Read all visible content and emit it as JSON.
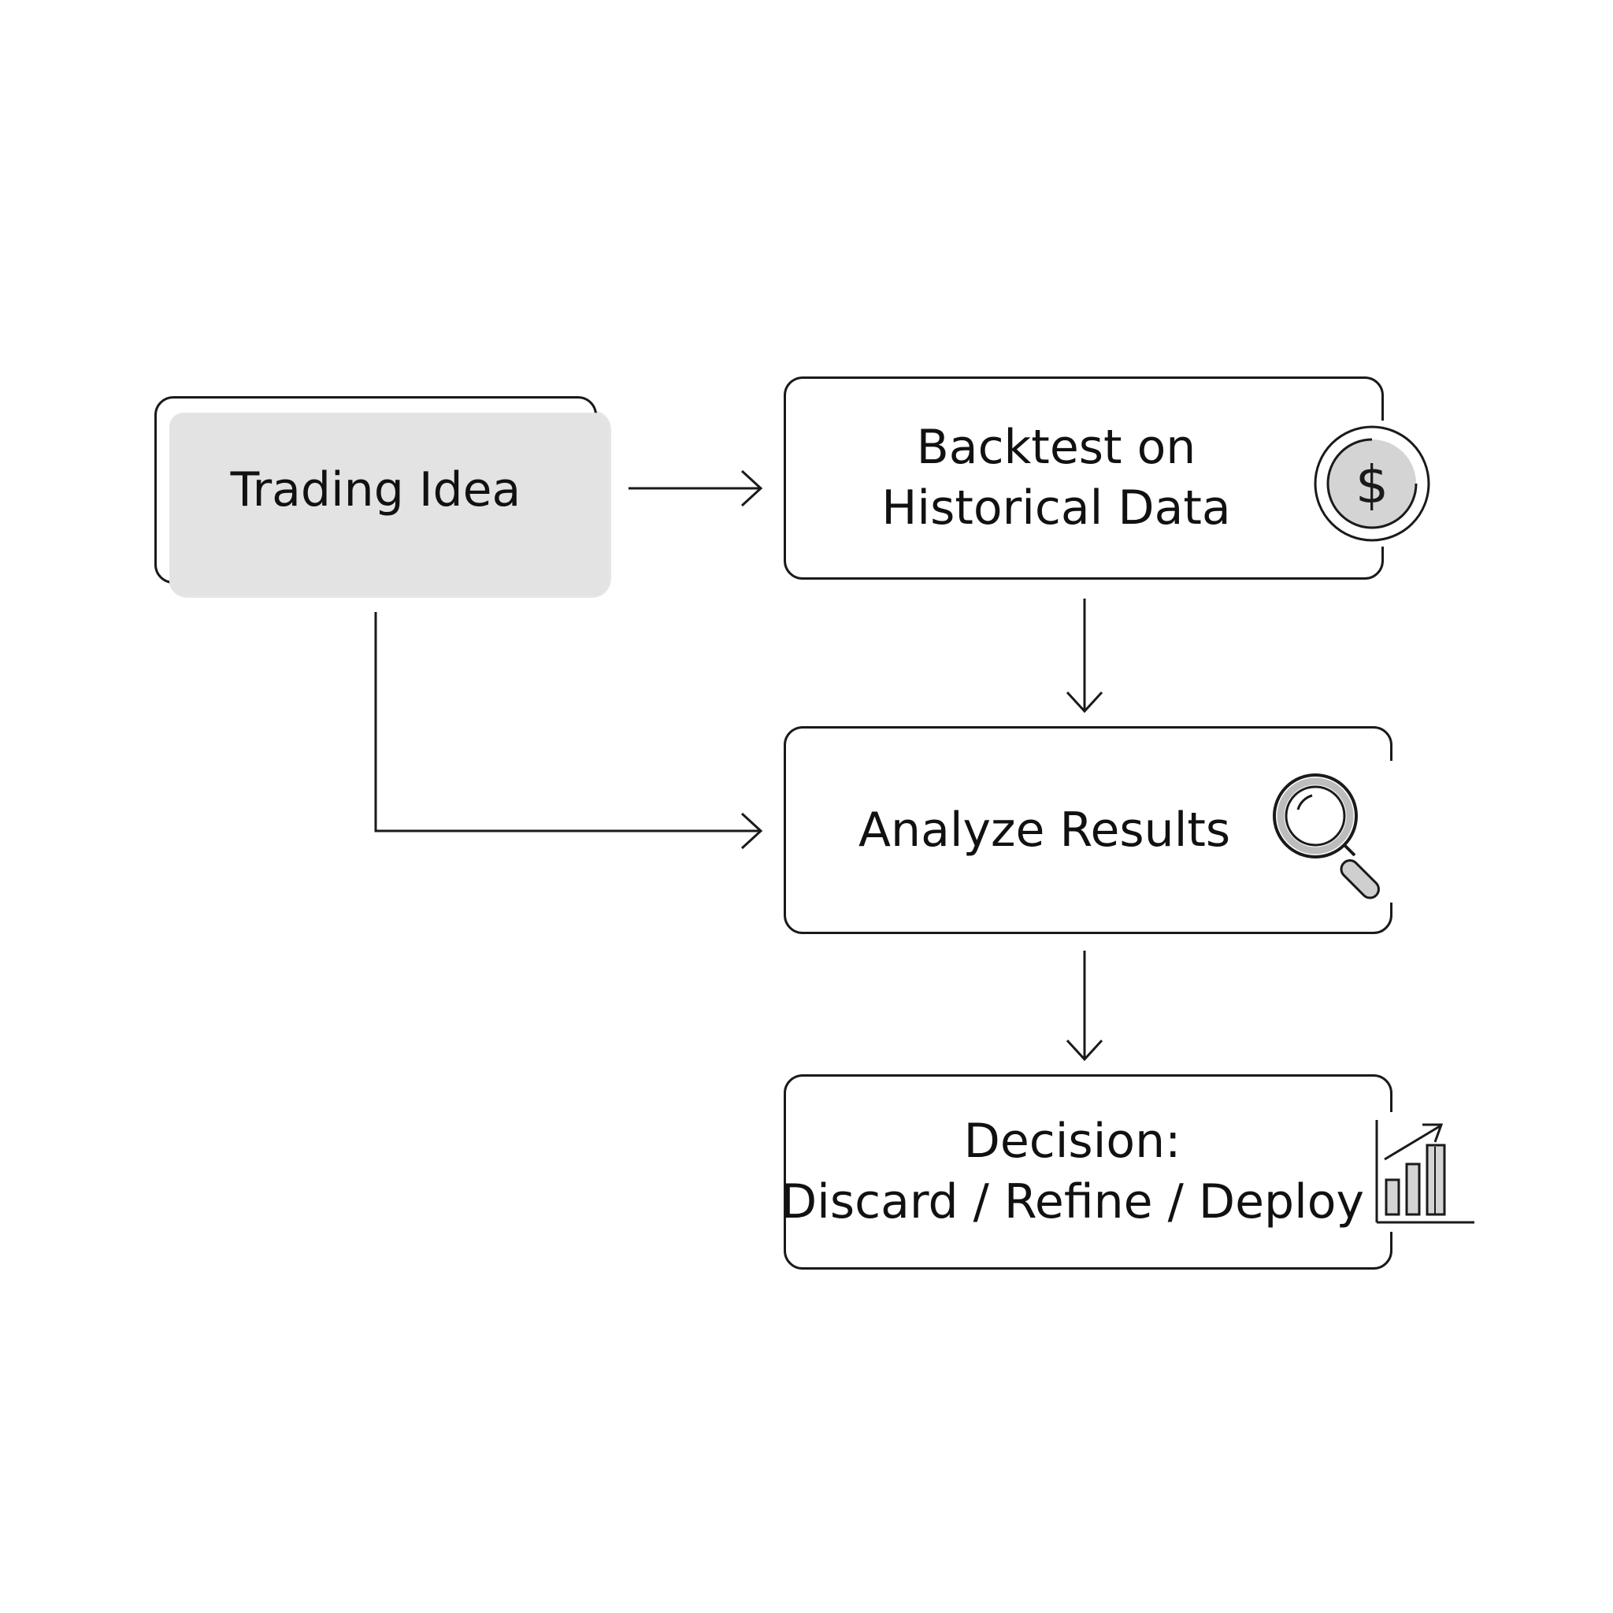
{
  "nodes": {
    "idea": {
      "label": "Trading Idea"
    },
    "backtest": {
      "line1": "Backtest on",
      "line2": "Historical Data",
      "icon": "dollar-coin-icon"
    },
    "analyze": {
      "label": "Analyze Results",
      "icon": "magnifying-glass-icon"
    },
    "decision": {
      "line1": "Decision:",
      "line2": "Discard / Refine / Deploy",
      "icon": "bar-chart-growth-icon"
    }
  },
  "colors": {
    "stroke": "#1a1a1a",
    "idea_fill": "#e3e3e3",
    "icon_gray": "#d4d4d4"
  }
}
